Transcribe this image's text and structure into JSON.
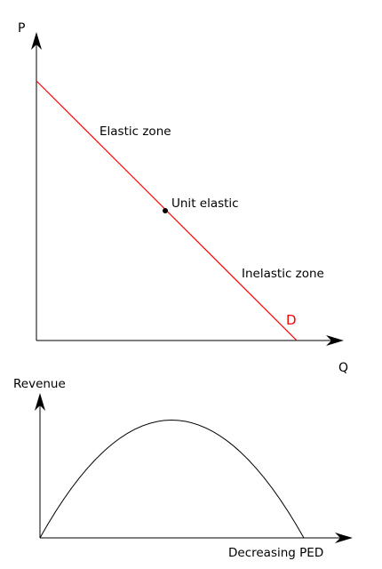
{
  "demand_diagram": {
    "y_axis_label": "P",
    "x_axis_label": "Q",
    "curve_label": "D",
    "curve_color": "#ff0000",
    "annotations": {
      "elastic": "Elastic zone",
      "unit": "Unit elastic",
      "inelastic": "Inelastic zone"
    }
  },
  "revenue_diagram": {
    "y_axis_label": "Revenue",
    "x_axis_label": "Decreasing PED",
    "curve_color": "#000000"
  },
  "colors": {
    "axis": "#000000",
    "demand_line": "#ff0000",
    "revenue_curve": "#000000",
    "background": "#ffffff"
  }
}
